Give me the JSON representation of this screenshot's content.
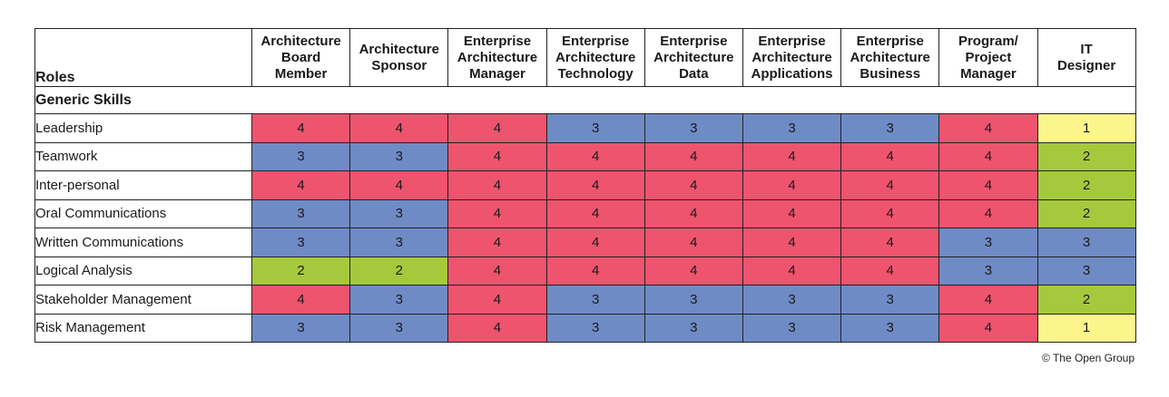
{
  "chart_data": {
    "type": "table",
    "corner_label": "Roles",
    "columns": [
      "Architecture\nBoard\nMember",
      "Architecture\nSponsor",
      "Enterprise\nArchitecture\nManager",
      "Enterprise\nArchitecture\nTechnology",
      "Enterprise\nArchitecture\nData",
      "Enterprise\nArchitecture\nApplications",
      "Enterprise\nArchitecture\nBusiness",
      "Program/\nProject\nManager",
      "IT\nDesigner"
    ],
    "section": "Generic Skills",
    "rows": [
      {
        "skill": "Leadership",
        "values": [
          4,
          4,
          4,
          3,
          3,
          3,
          3,
          4,
          1
        ]
      },
      {
        "skill": "Teamwork",
        "values": [
          3,
          3,
          4,
          4,
          4,
          4,
          4,
          4,
          2
        ]
      },
      {
        "skill": "Inter-personal",
        "values": [
          4,
          4,
          4,
          4,
          4,
          4,
          4,
          4,
          2
        ]
      },
      {
        "skill": "Oral Communications",
        "values": [
          3,
          3,
          4,
          4,
          4,
          4,
          4,
          4,
          2
        ]
      },
      {
        "skill": "Written Communications",
        "values": [
          3,
          3,
          4,
          4,
          4,
          4,
          4,
          3,
          3
        ]
      },
      {
        "skill": "Logical Analysis",
        "values": [
          2,
          2,
          4,
          4,
          4,
          4,
          4,
          3,
          3
        ]
      },
      {
        "skill": "Stakeholder Management",
        "values": [
          4,
          3,
          4,
          3,
          3,
          3,
          3,
          4,
          2
        ]
      },
      {
        "skill": "Risk Management",
        "values": [
          3,
          3,
          4,
          3,
          3,
          3,
          3,
          4,
          1
        ]
      }
    ],
    "level_colors": {
      "1": "#fbf58c",
      "2": "#a5c93c",
      "3": "#6f8bc6",
      "4": "#ee546e"
    }
  },
  "footer": {
    "copyright": "© The Open Group"
  }
}
